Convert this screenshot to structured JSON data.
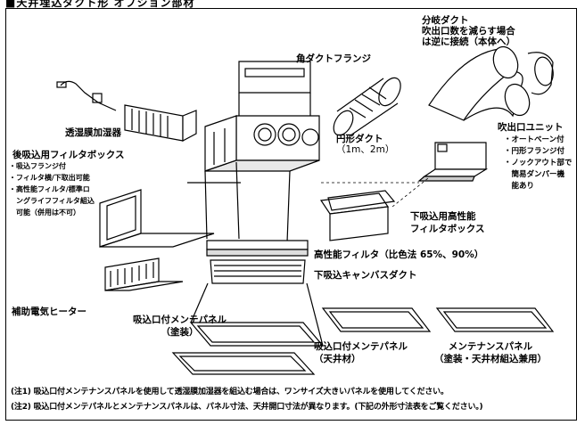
{
  "heading": "■天井埋込ダクト形 オプション部材",
  "labels": {
    "kaku_duct_flange": "角ダクトフランジ",
    "bunki_duct": "分岐ダクト",
    "bunki_desc1": "吹出口数を減らす場合",
    "bunki_desc2": "は逆に接続（本体へ）",
    "toukamaku_kashitsuki": "透湿膜加湿器",
    "enkei_duct": "円形ダクト",
    "enkei_duct_size": "（1m、2m）",
    "fukidashi_unit": "吹出口ユニット",
    "fukidashi_features": [
      "・オートベーン付",
      "・円形フランジ付",
      "・ノックアウト部で",
      "　簡易ダンパー機",
      "　能あり"
    ],
    "ato_filter_box": "後吸込用フィルタボックス",
    "ato_filter_features": [
      "・吸込フランジ付",
      "・フィルタ横/下取出可能",
      "・高性能フィルタ/標準ロ",
      "　ングライフフィルタ組込",
      "　可能（併用は不可）"
    ],
    "shita_filter_box1": "下吸込用高性能",
    "shita_filter_box2": "フィルタボックス",
    "koseino_filter": "高性能フィルタ（比色法 65%、90%）",
    "canvas_duct": "下吸込キャンバスダクト",
    "heater": "補助電気ヒーター",
    "panel_painted1": "吸込口付メンテパネル",
    "panel_painted2": "（塗装）",
    "panel_ceiling1": "吸込口付メンテパネル",
    "panel_ceiling2": "（天井材）",
    "maint_panel1": "メンテナンスパネル",
    "maint_panel2": "（塗装・天井材組込兼用）"
  },
  "notes": [
    "(注1) 吸込口付メンテナンスパネルを使用して透湿膜加湿器を組込む場合は、ワンサイズ大きいパネルを使用してください。",
    "(注2) 吸込口付メンテパネルとメンテナンスパネルは、パネル寸法、天井開口寸法が異なります。(下記の外形寸法表をご覧ください。)"
  ]
}
